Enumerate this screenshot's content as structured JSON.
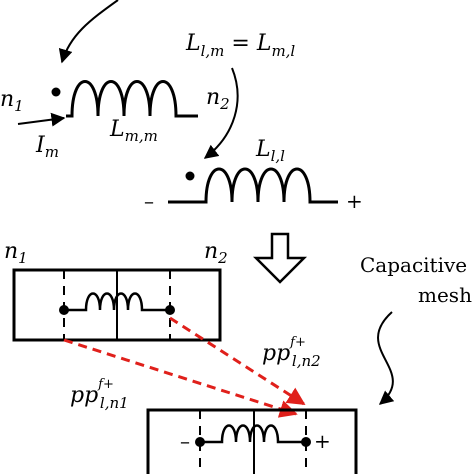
{
  "top": {
    "mutual_eq": {
      "L1": "L",
      "s1": "l,m",
      "eq": " = ",
      "L2": "L",
      "s2": "m,l"
    },
    "node1": {
      "base": "n",
      "sub": "1"
    },
    "node2": {
      "base": "n",
      "sub": "2"
    },
    "current": {
      "base": "I",
      "sub": "m"
    },
    "self_mm": {
      "base": "L",
      "sub": "m,m"
    },
    "self_ll": {
      "base": "L",
      "sub": "l,l"
    },
    "minus": "–",
    "plus": "+"
  },
  "bottom": {
    "node1": {
      "base": "n",
      "sub": "1"
    },
    "node2": {
      "base": "n",
      "sub": "2"
    },
    "caption": {
      "line1": "Capacitive",
      "line2": "mesh"
    },
    "pp_n2": {
      "base": "pp",
      "sup": "f+",
      "sub": "l,n2"
    },
    "pp_n1": {
      "base": "pp",
      "sup": "f+",
      "sub": "l,n1"
    },
    "minus": "–",
    "plus": "+"
  },
  "colors": {
    "ink": "#000000",
    "dashed_arrow": "#e0201b"
  }
}
